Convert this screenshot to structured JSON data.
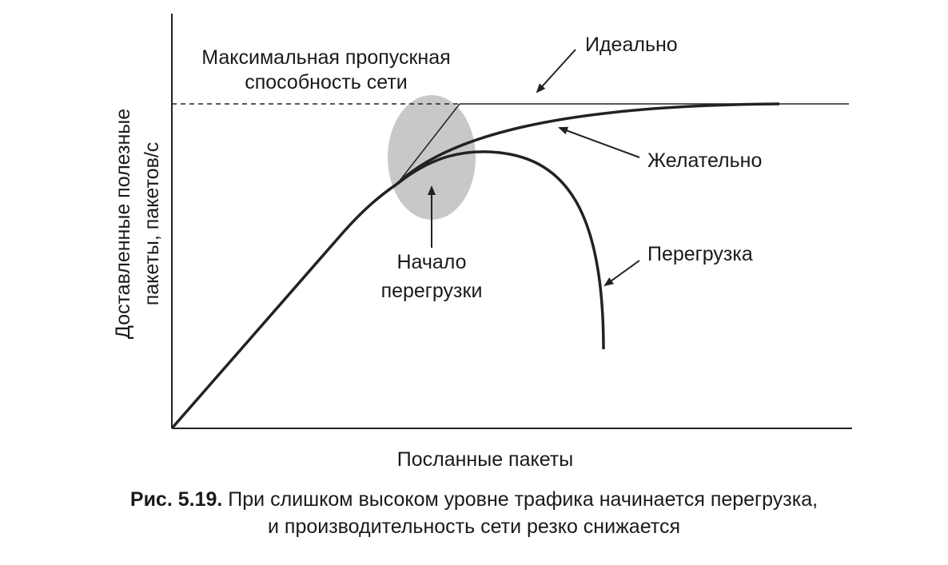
{
  "figure": {
    "labels": {
      "max_capacity_line1": "Максимальная пропускная",
      "max_capacity_line2": "способность сети",
      "ideal": "Идеально",
      "desirable": "Желательно",
      "overload": "Перегрузка",
      "congestion_start_line1": "Начало",
      "congestion_start_line2": "перегрузки"
    },
    "axes": {
      "xlabel": "Посланные пакеты",
      "ylabel_line1": "Доставленные полезные",
      "ylabel_line2": "пакеты, пакетов/с"
    },
    "colors": {
      "curve": "#222222",
      "axis": "#222222",
      "highlight": "#c8c8c8"
    }
  },
  "caption": {
    "number": "Рис. 5.19.",
    "text_line1": "При слишком высоком уровне трафика начинается перегрузка,",
    "text_line2": "и производительность сети резко снижается"
  }
}
